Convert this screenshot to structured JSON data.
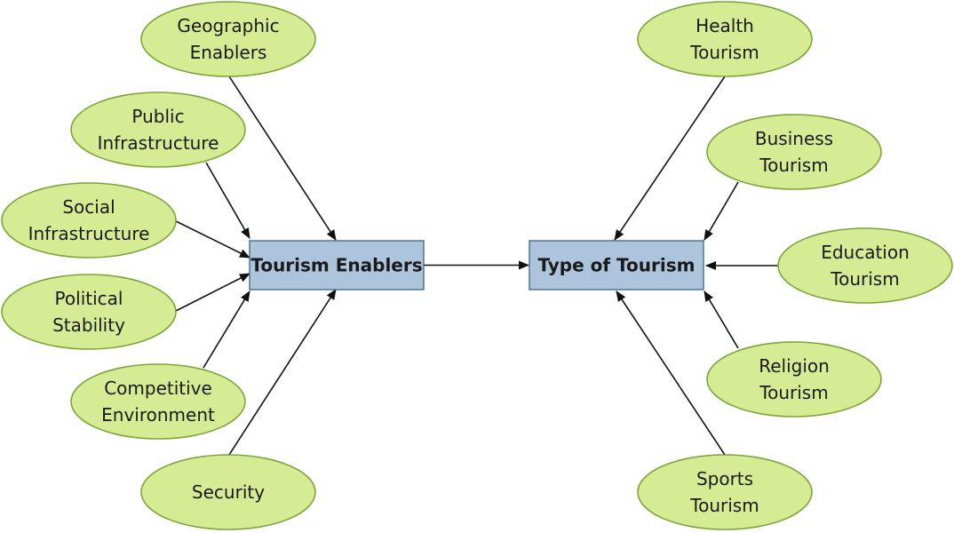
{
  "enablers": [
    {
      "id": "geographic",
      "lines": [
        "Geographic",
        "Enablers"
      ]
    },
    {
      "id": "public-infrastructure",
      "lines": [
        "Public",
        "Infrastructure"
      ]
    },
    {
      "id": "social-infrastructure",
      "lines": [
        "Social",
        "Infrastructure"
      ]
    },
    {
      "id": "political-stability",
      "lines": [
        "Political",
        "Stability"
      ]
    },
    {
      "id": "competitive-environment",
      "lines": [
        "Competitive",
        "Environment"
      ]
    },
    {
      "id": "security",
      "lines": [
        "Security"
      ]
    }
  ],
  "types": [
    {
      "id": "health",
      "lines": [
        "Health",
        "Tourism"
      ]
    },
    {
      "id": "business",
      "lines": [
        "Business",
        "Tourism"
      ]
    },
    {
      "id": "education",
      "lines": [
        "Education",
        "Tourism"
      ]
    },
    {
      "id": "religion",
      "lines": [
        "Religion",
        "Tourism"
      ]
    },
    {
      "id": "sports",
      "lines": [
        "Sports",
        "Tourism"
      ]
    }
  ],
  "center_left": {
    "id": "tourism-enablers",
    "label": "Tourism Enablers"
  },
  "center_right": {
    "id": "type-of-tourism",
    "label": "Type of Tourism"
  },
  "colors": {
    "ellipse_fill": "#d6ec94",
    "ellipse_stroke": "#7da53a",
    "box_fill": "#adc4dd",
    "box_stroke": "#4d6b8c",
    "arrow": "#111111"
  }
}
